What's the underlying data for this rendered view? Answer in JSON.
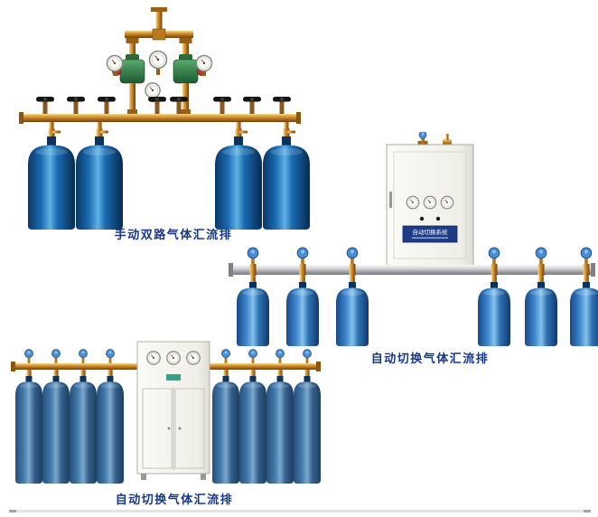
{
  "page": {
    "background": "#ffffff"
  },
  "figures": [
    {
      "id": "manual-dual-manifold",
      "caption": "手动双路气体汇流排",
      "cylinder_count": 4
    },
    {
      "id": "auto-switch-manifold-wall",
      "caption": "自动切换气体汇流排",
      "cabinet_label": "自动切换系统",
      "cylinder_count": 6
    },
    {
      "id": "auto-switch-manifold-floor",
      "caption": "自动切换气体汇流排",
      "cylinder_count": 8
    }
  ],
  "colors": {
    "caption_text": "#17388a",
    "brass": "#c8862c",
    "cylinder_blue": "#1b6cb2",
    "cabinet": "#f2f2ec",
    "label_plate": "#1d3c85"
  }
}
